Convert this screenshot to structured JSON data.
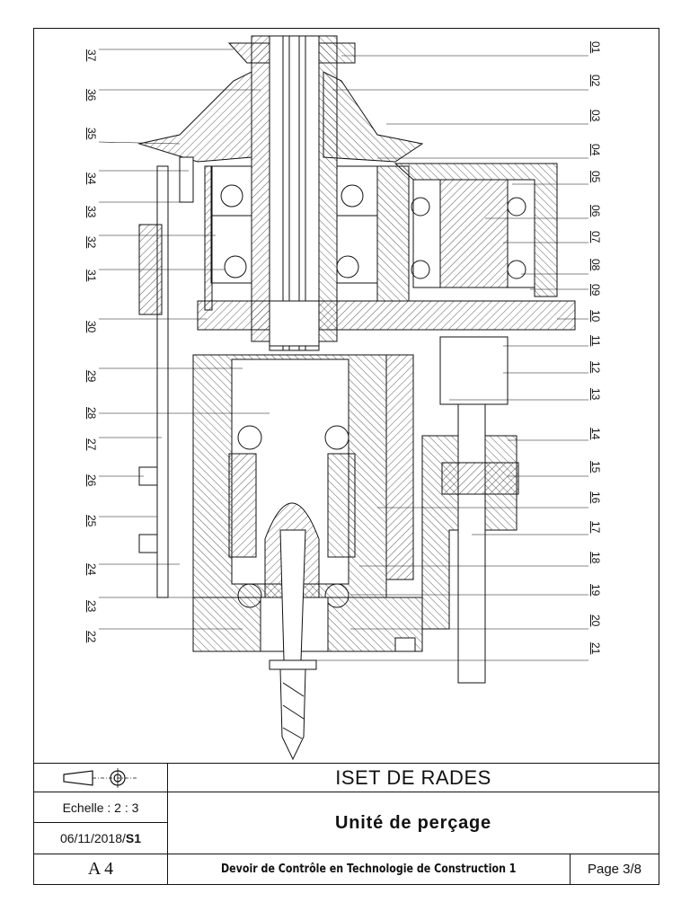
{
  "drawing": {
    "left_labels": [
      "37",
      "36",
      "35",
      "34",
      "33",
      "32",
      "31",
      "30",
      "29",
      "28",
      "27",
      "26",
      "25",
      "24",
      "23",
      "22"
    ],
    "right_labels": [
      "01",
      "02",
      "03",
      "04",
      "05",
      "06",
      "07",
      "08",
      "09",
      "10",
      "11",
      "12",
      "13",
      "14",
      "15",
      "16",
      "17",
      "18",
      "19",
      "20",
      "21"
    ]
  },
  "title_block": {
    "projection_symbol": "first-angle-projection-icon",
    "school": "ISET DE RADES",
    "scale": "Echelle : 2 : 3",
    "date": "06/11/2018/",
    "date_suffix": "S1",
    "title": "Unité de perçage",
    "format": "A 4",
    "subject": "Devoir de  Contrôle  en  Technologie de Construction 1",
    "page": "Page 3/8"
  }
}
